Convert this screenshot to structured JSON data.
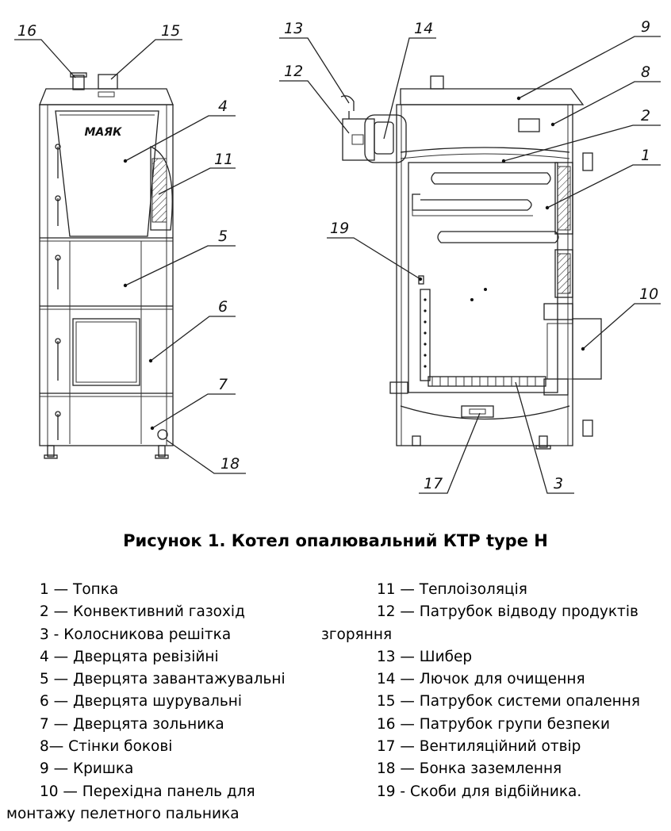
{
  "figure": {
    "caption": "Рисунок 1. Котел опалювальний  КТР type H",
    "brand": "МАЯК",
    "callouts": [
      "1",
      "2",
      "3",
      "4",
      "5",
      "6",
      "7",
      "8",
      "9",
      "10",
      "11",
      "12",
      "13",
      "14",
      "15",
      "16",
      "17",
      "18",
      "19"
    ]
  },
  "legend_left": [
    {
      "text": "1 — Топка"
    },
    {
      "text": "2 — Конвективний газохід"
    },
    {
      "text": "3 -  Колосникова решітка"
    },
    {
      "text": "4 — Дверцята ревізійні"
    },
    {
      "text": "5 — Дверцята завантажувальні"
    },
    {
      "text": "6 — Дверцята шурувальні"
    },
    {
      "text": "7 — Дверцята зольника"
    },
    {
      "text": "8— Стінки бокові"
    },
    {
      "text": "9 — Кришка"
    },
    {
      "text": "10 — Перехідна панель для"
    },
    {
      "text": "монтажу пелетного пальника"
    }
  ],
  "legend_right": [
    {
      "text": "11 — Теплоізоляція"
    },
    {
      "text": "12 — Патрубок відводу продуктів"
    },
    {
      "text": "згоряння"
    },
    {
      "text": "13 — Шибер"
    },
    {
      "text": "14 — Лючок для очищення"
    },
    {
      "text": "15 — Патрубок системи опалення"
    },
    {
      "text": "16 — Патрубок групи безпеки"
    },
    {
      "text": "17 — Вентиляційний отвір"
    },
    {
      "text": "18 — Бонка заземлення"
    },
    {
      "text": "19 -  Скоби для відбійника."
    }
  ]
}
